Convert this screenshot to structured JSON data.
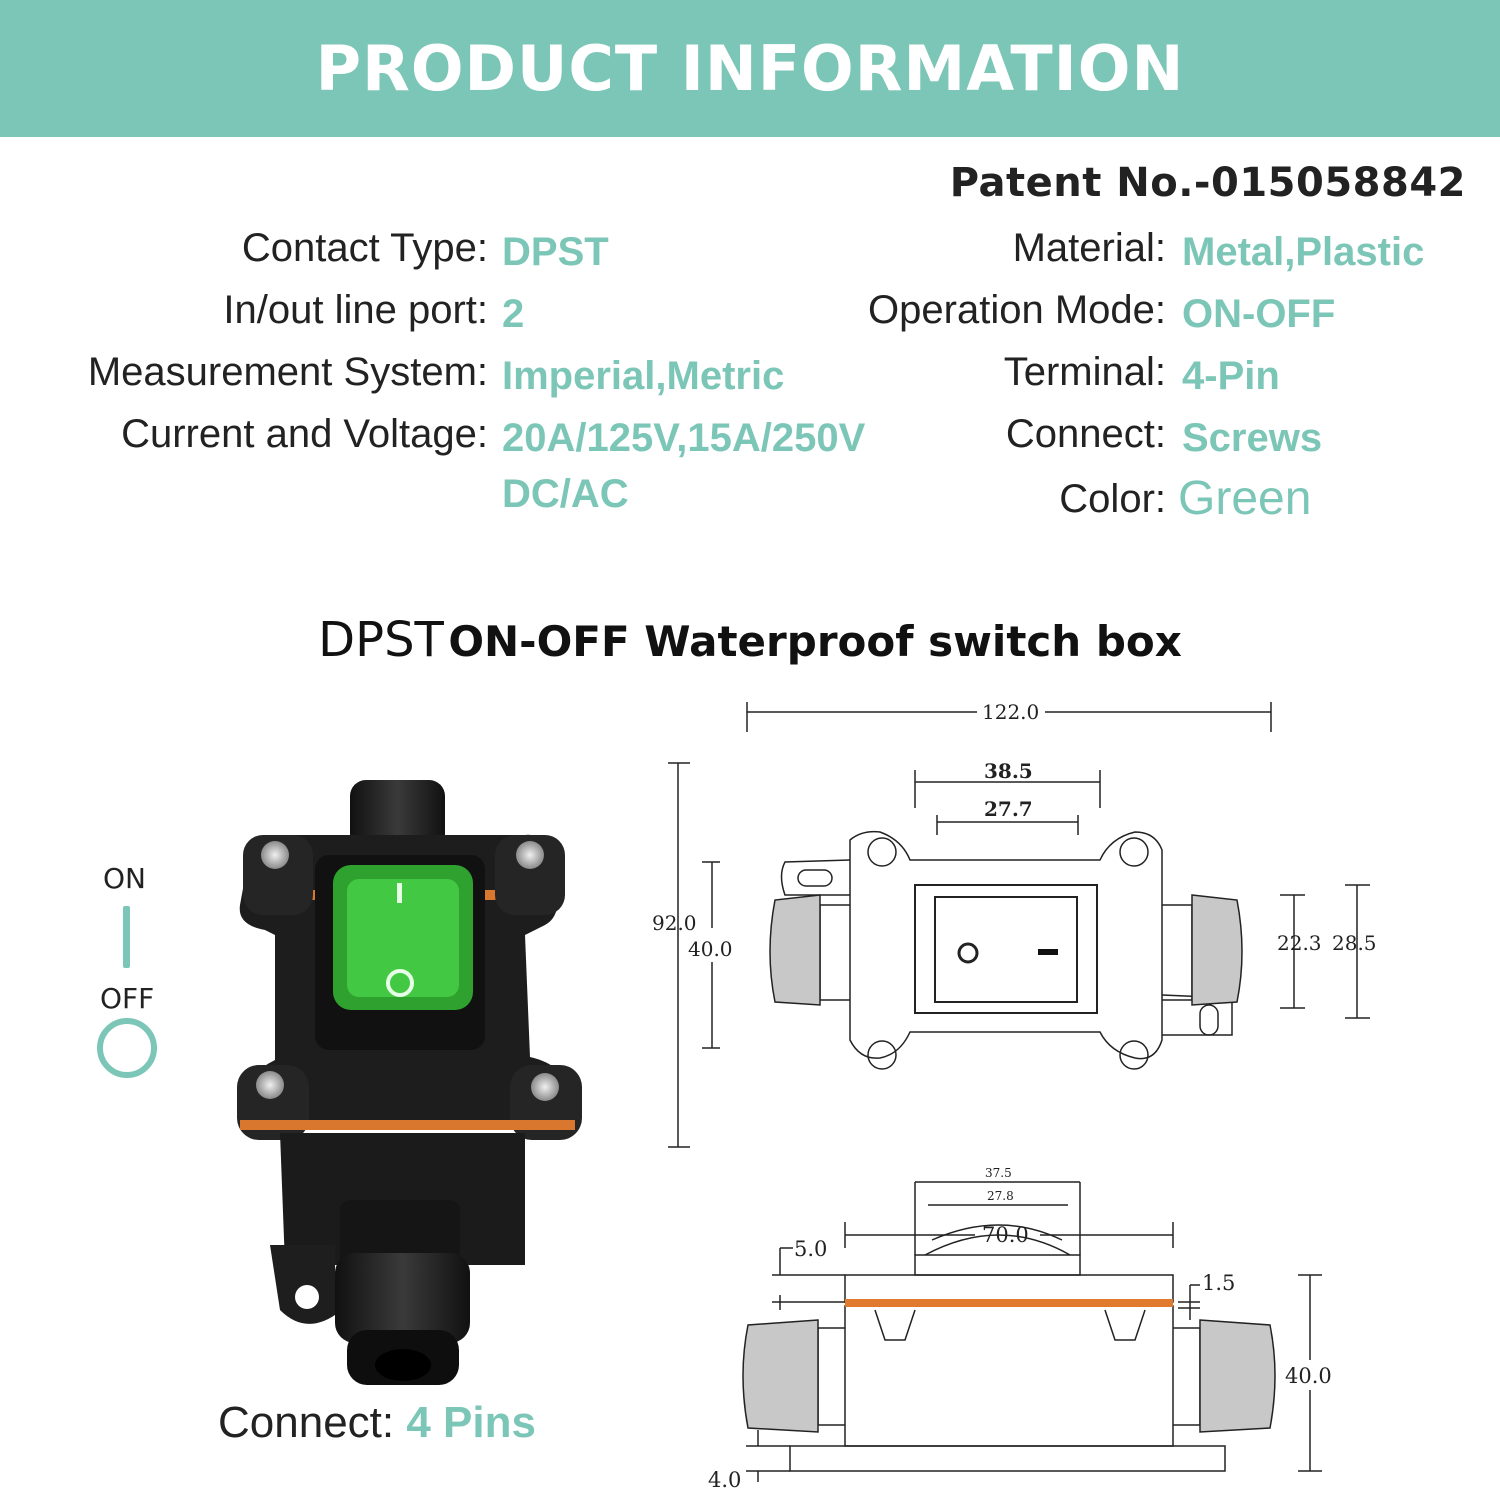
{
  "banner": {
    "title": "PRODUCT INFORMATION"
  },
  "patent": "Patent No.-015058842",
  "specs_left": [
    {
      "label": "Contact Type:",
      "value": "DPST"
    },
    {
      "label": "In/out line port:",
      "value": "2"
    },
    {
      "label": "Measurement System:",
      "value": "Imperial,Metric"
    },
    {
      "label": "Current and Voltage:",
      "value": "20A/125V,15A/250V",
      "value_line2": "DC/AC"
    }
  ],
  "specs_right": [
    {
      "label": "Material:",
      "value": "Metal,Plastic"
    },
    {
      "label": "Operation Mode:",
      "value": "ON-OFF"
    },
    {
      "label": "Terminal:",
      "value": "4-Pin"
    },
    {
      "label": "Connect:",
      "value": "Screws"
    },
    {
      "label": "Color:",
      "value": "Green"
    }
  ],
  "subtitle": {
    "part1": "DPST",
    "part2": "ON-OFF Waterproof switch box"
  },
  "legend": {
    "on": "ON",
    "off": "OFF"
  },
  "connect_caption": {
    "label": "Connect:",
    "value": "4 Pins"
  },
  "dimensions": {
    "top_width": "122.0",
    "switch_outer": "38.5",
    "switch_inner": "27.7",
    "total_height": "92.0",
    "body_height": "40.0",
    "gland_inner": "22.3",
    "gland_outer": "28.5",
    "side_top_outer": "37.5",
    "side_top_inner": "27.8",
    "side_width": "70.0",
    "side_lid": "5.0",
    "side_gasket": "1.5",
    "side_height": "40.0",
    "side_base": "4.0"
  },
  "colors": {
    "accent": "#7cc6b7",
    "switch_green": "#3fbf3f",
    "gasket_orange": "#e07a2e",
    "housing": "#1a1a1a"
  }
}
